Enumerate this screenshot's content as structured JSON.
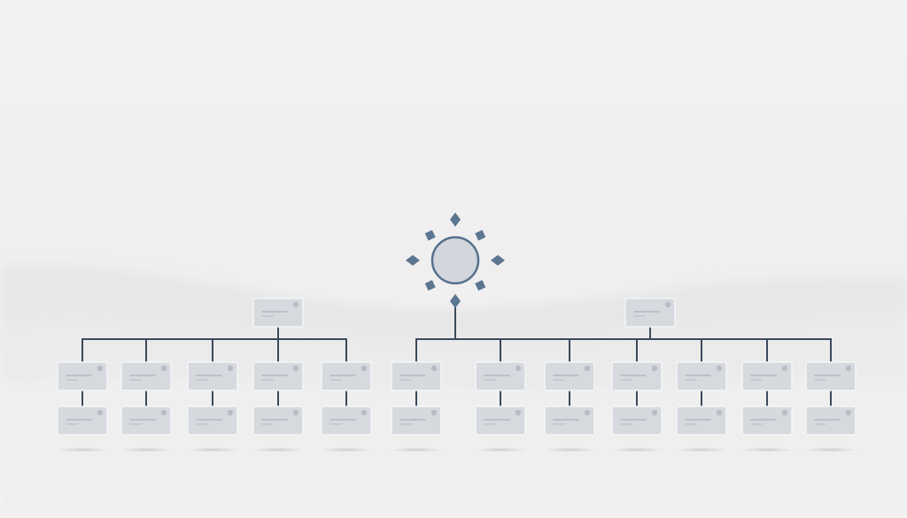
{
  "diagram": {
    "type": "org-chart",
    "root": {
      "icon": "sun-icon"
    },
    "branches": [
      {
        "name": "left",
        "children": 5,
        "levels": 2
      },
      {
        "name": "right",
        "children": 7,
        "levels": 2
      }
    ],
    "center_column": {
      "children": 1,
      "levels": 2
    }
  },
  "colors": {
    "background": "#f0f0f0",
    "connector": "#3b4a5c",
    "sun_rays": "#5c7590",
    "sun_fill": "#d3d7dd",
    "sun_stroke": "#56708c",
    "card_fill": "#d6d9de",
    "card_border": "#f4f5f7",
    "card_dot": "#b8bcc3",
    "card_line": "#b3b8c0"
  }
}
